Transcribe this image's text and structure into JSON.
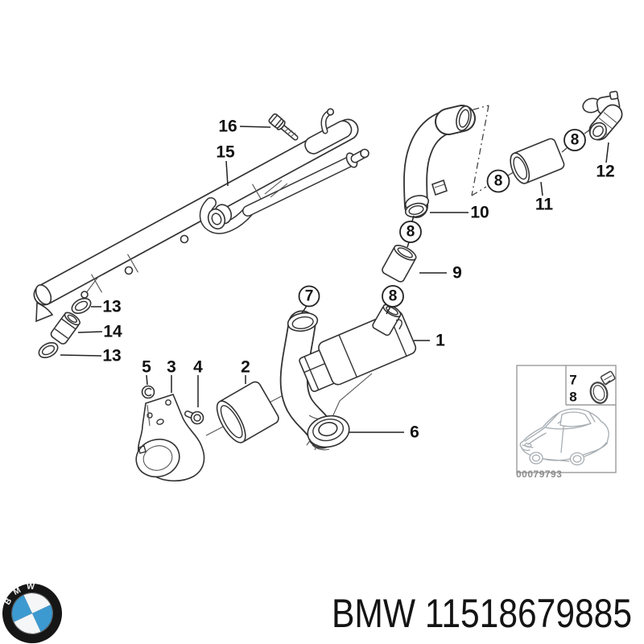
{
  "parts": {
    "p1": "1",
    "p2": "2",
    "p3": "3",
    "p4": "4",
    "p5": "5",
    "p6": "6",
    "p7": "7",
    "p8": "8",
    "p9": "9",
    "p10": "10",
    "p11": "11",
    "p12": "12",
    "p13": "13",
    "p14": "14",
    "p15": "15",
    "p16": "16"
  },
  "inset": {
    "clamp_row_1": "7",
    "clamp_row_2": "8",
    "image_code": "00079793"
  },
  "footer": {
    "logo_text": "BMW",
    "part_text": "BMW 11518679885"
  },
  "colors": {
    "line": "#333333",
    "label": "#111111",
    "inset_line": "#9b9b9b",
    "car_line": "#a6adb2",
    "roundel_blue": "#3d9ad1",
    "roundel_black": "#161616",
    "code_gray": "#8d8d8d"
  }
}
